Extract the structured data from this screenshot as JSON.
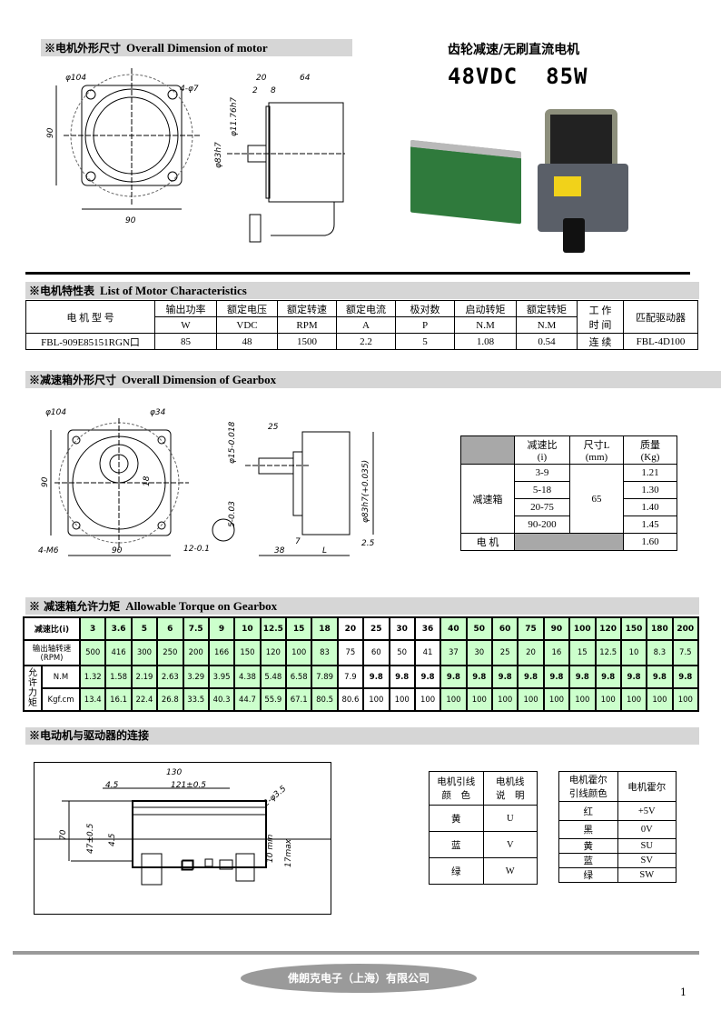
{
  "section1": {
    "cn": "※电机外形尺寸",
    "en": "Overall Dimension of motor"
  },
  "product": {
    "title": "齿轮减速/无刷直流电机",
    "spec": "48VDC  85W"
  },
  "motor_dims": {
    "d104": "φ104",
    "holes": "4-φ7",
    "h90": "90",
    "w90": "90",
    "l20": "20",
    "l64": "64",
    "l2": "2",
    "l8": "8",
    "shaft": "φ11.76h7",
    "pilot": "φ83h7"
  },
  "section2": {
    "cn": "※电机特性表",
    "en": "List of Motor Characteristics"
  },
  "char_table": {
    "model_header": "电 机 型 号",
    "headers": [
      "输出功率",
      "额定电压",
      "额定转速",
      "额定电流",
      "极对数",
      "启动转矩",
      "额定转矩"
    ],
    "units": [
      "W",
      "VDC",
      "RPM",
      "A",
      "P",
      "N.M",
      "N.M"
    ],
    "work_time": "工 作\n时 间",
    "driver_header": "匹配驱动器",
    "row": {
      "model": "FBL-909E85151RGN口",
      "values": [
        "85",
        "48",
        "1500",
        "2.2",
        "5",
        "1.08",
        "0.54"
      ],
      "work": "连 续",
      "driver": "FBL-4D100"
    }
  },
  "section3": {
    "cn": "※减速箱外形尺寸",
    "en": "Overall Dimension of Gearbox"
  },
  "gear_dims": {
    "d104": "φ104",
    "d34": "φ34",
    "h90": "90",
    "w90": "90",
    "holes": "4-M6",
    "k18": "18",
    "shaft": "φ15-0.018",
    "key": "5-0.03",
    "k12": "12-0.1",
    "l25": "25",
    "pilot": "φ83h7(+0.035)",
    "l38": "38",
    "l7": "7",
    "L": "L",
    "l25b": "2.5"
  },
  "gear_table": {
    "headers": [
      "减速比\n(i)",
      "尺寸L\n(mm)",
      "质量\n(Kg)"
    ],
    "gearbox_label": "减速箱",
    "L": "65",
    "rows": [
      {
        "ratio": "3-9",
        "mass": "1.21"
      },
      {
        "ratio": "5-18",
        "mass": "1.30"
      },
      {
        "ratio": "20-75",
        "mass": "1.40"
      },
      {
        "ratio": "90-200",
        "mass": "1.45"
      }
    ],
    "motor_label": "电 机",
    "motor_mass": "1.60"
  },
  "section4": {
    "cn": "※  减速箱允许力矩",
    "en": "Allowable Torque on Gearbox"
  },
  "torque_table": {
    "ratio_label": "减速比(i)",
    "rpm_label": "输出轴转速\n(RPM)",
    "torque_label": "允许力矩",
    "nm_label": "N.M",
    "kgf_label": "Kgf.cm",
    "ratios": [
      "3",
      "3.6",
      "5",
      "6",
      "7.5",
      "9",
      "10",
      "12.5",
      "15",
      "18",
      "20",
      "25",
      "30",
      "36",
      "40",
      "50",
      "60",
      "75",
      "90",
      "100",
      "120",
      "150",
      "180",
      "200"
    ],
    "rpm": [
      "500",
      "416",
      "300",
      "250",
      "200",
      "166",
      "150",
      "120",
      "100",
      "83",
      "75",
      "60",
      "50",
      "41",
      "37",
      "30",
      "25",
      "20",
      "16",
      "15",
      "12.5",
      "10",
      "8.3",
      "7.5"
    ],
    "nm": [
      "1.32",
      "1.58",
      "2.19",
      "2.63",
      "3.29",
      "3.95",
      "4.38",
      "5.48",
      "6.58",
      "7.89",
      "7.9",
      "9.8",
      "9.8",
      "9.8",
      "9.8",
      "9.8",
      "9.8",
      "9.8",
      "9.8",
      "9.8",
      "9.8",
      "9.8",
      "9.8",
      "9.8"
    ],
    "kgf": [
      "13.4",
      "16.1",
      "22.4",
      "26.8",
      "33.5",
      "40.3",
      "44.7",
      "55.9",
      "67.1",
      "80.5",
      "80.6",
      "100",
      "100",
      "100",
      "100",
      "100",
      "100",
      "100",
      "100",
      "100",
      "100",
      "100",
      "100",
      "100"
    ],
    "highlight_color": "#ccffcc"
  },
  "section5": {
    "cn": "※电动机与驱动器的连接"
  },
  "driver_dims": {
    "l130": "130",
    "l121": "121±0.5",
    "l45": "4.5",
    "holes": "2-φ3.5",
    "h70": "70",
    "h47": "47±0.5",
    "h45": "4.5",
    "min10": "10 min",
    "max17": "17max"
  },
  "wire_table": {
    "headers": [
      "电机引线\n颜　色",
      "电机线\n说　明"
    ],
    "rows": [
      [
        "黄",
        "U"
      ],
      [
        "蓝",
        "V"
      ],
      [
        "绿",
        "W"
      ]
    ]
  },
  "hall_table": {
    "headers": [
      "电机霍尔\n引线颜色",
      "电机霍尔"
    ],
    "rows": [
      [
        "红",
        "+5V"
      ],
      [
        "黑",
        "0V"
      ],
      [
        "黄",
        "SU"
      ],
      [
        "蓝",
        "SV"
      ],
      [
        "绿",
        "SW"
      ]
    ]
  },
  "footer": {
    "company": "佛朗克电子（上海）有限公司",
    "page": "1"
  }
}
